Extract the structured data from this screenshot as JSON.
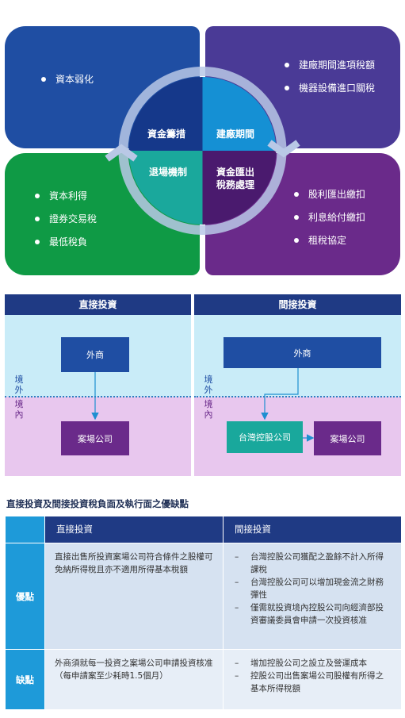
{
  "quadrants": {
    "top_left": {
      "items": [
        "資本弱化"
      ],
      "label": "資金籌措"
    },
    "top_right": {
      "items": [
        "建廠期間進項稅額",
        "機器設備進口關稅"
      ],
      "label": "建廠期間"
    },
    "bottom_left": {
      "items": [
        "資本利得",
        "證券交易稅",
        "最低稅負"
      ],
      "label": "退場機制"
    },
    "bottom_right": {
      "items": [
        "股利匯出繳扣",
        "利息給付繳扣",
        "租稅協定"
      ],
      "label_line1": "資金匯出",
      "label_line2": "稅務處理"
    }
  },
  "structure": {
    "direct": {
      "title": "直接投資",
      "foreign": "外商",
      "project": "案場公司"
    },
    "indirect": {
      "title": "間接投資",
      "foreign": "外商",
      "holding": "台灣控股公司",
      "project": "案場公司"
    },
    "offshore_label": [
      "境",
      "外"
    ],
    "onshore_label": [
      "境",
      "內"
    ]
  },
  "table": {
    "title": "直接投資及間接投資稅負面及執行面之優缺點",
    "columns": [
      "直接投資",
      "間接投資"
    ],
    "rows": [
      {
        "label": "優點",
        "direct": "直接出售所投資案場公司符合條件之股權可免納所得稅且亦不適用所得基本稅額",
        "indirect": [
          "台灣控股公司獲配之盈餘不計入所得課稅",
          "台灣控股公司可以增加現金流之財務彈性",
          "僅需就投資境內控股公司向經濟部投資審議委員會申請一次投資核准"
        ]
      },
      {
        "label": "缺點",
        "direct": "外商須就每一投資之案場公司申請投資核准（每申請案至少耗時1.5個月）",
        "indirect": [
          "增加控股公司之設立及營運成本",
          "控股公司出售案場公司股權有所得之基本所得稅額"
        ]
      }
    ]
  },
  "colors": {
    "top_left": "#1f4ea3",
    "top_right": "#4a3a96",
    "bottom_left": "#0f9a45",
    "bottom_right": "#6a2a8a",
    "header": "#1f3a84",
    "accent": "#1e9ad9",
    "teal": "#19a89c"
  }
}
